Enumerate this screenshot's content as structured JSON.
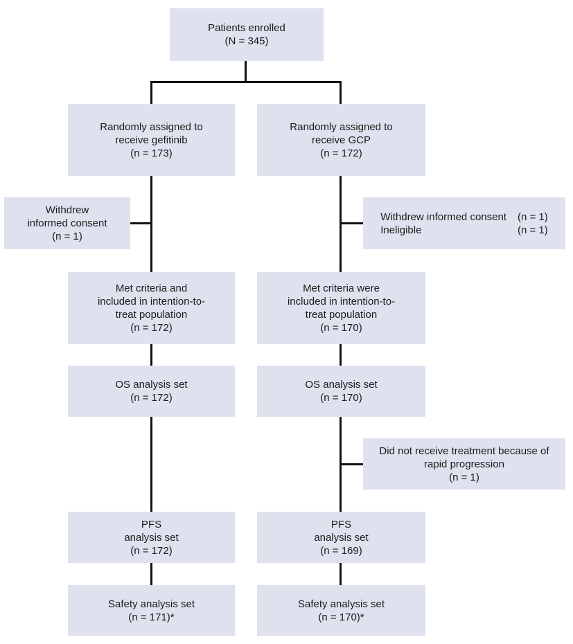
{
  "enrolled": {
    "label": "Patients enrolled",
    "n": "(N = 345)"
  },
  "left_arm": {
    "randomized": [
      "Randomly assigned to",
      "receive gefitinib",
      "(n = 173)"
    ],
    "excluded": [
      "Withdrew",
      "informed consent",
      "(n = 1)"
    ],
    "itt": [
      "Met criteria and",
      "included in intention-to-",
      "treat population",
      "(n = 172)"
    ],
    "os": [
      "OS analysis set",
      "(n = 172)"
    ],
    "pfs": [
      "PFS",
      "analysis set",
      "(n = 172)"
    ],
    "safety": [
      "Safety analysis set",
      "(n = 171)*"
    ]
  },
  "right_arm": {
    "randomized": [
      "Randomly assigned to",
      "receive GCP",
      "(n = 172)"
    ],
    "excluded": [
      {
        "reason": "Withdrew informed consent",
        "n": "(n = 1)"
      },
      {
        "reason": "Ineligible",
        "n": "(n = 1)"
      }
    ],
    "itt": [
      "Met criteria were",
      "included in intention-to-",
      "treat population",
      "(n = 170)"
    ],
    "os": [
      "OS analysis set",
      "(n = 170)"
    ],
    "no_treatment": [
      "Did not receive treatment because of",
      "rapid progression",
      "(n = 1)"
    ],
    "pfs": [
      "PFS",
      "analysis set",
      "(n = 169)"
    ],
    "safety": [
      "Safety analysis set",
      "(n = 170)*"
    ]
  }
}
